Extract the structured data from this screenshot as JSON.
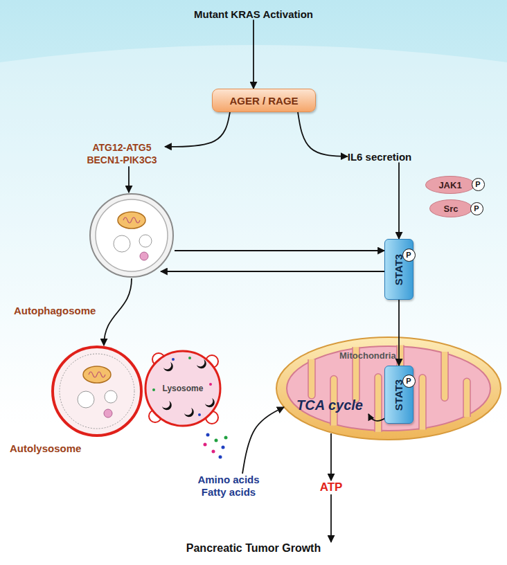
{
  "diagram": {
    "nodes": [
      {
        "text": [
          "Mutant KRAS Activation"
        ]
      },
      {
        "text": [
          "AGER / RAGE"
        ]
      },
      {
        "text": [
          "ATG12-ATG5 BECN1-PIK3C3"
        ]
      },
      {
        "text": [
          "IL6 secretion"
        ]
      },
      {
        "text": [
          "JAK1"
        ]
      },
      {
        "text": [
          "Src"
        ]
      },
      {
        "text": [
          "Autophagosome"
        ]
      },
      {
        "text": [
          "STAT3"
        ]
      },
      {
        "text": [
          "Autolysosome"
        ]
      },
      {
        "text": [
          "Lysosome"
        ]
      },
      {
        "text": [
          "Amino acids Fatty acids"
        ]
      },
      {
        "text": [
          "Mitochondria",
          "TCA cycle"
        ]
      },
      {
        "text": [
          "STAT3"
        ],
        "in": 11
      },
      {
        "text": [
          "ATP"
        ]
      },
      {
        "text": [
          "Pancreatic Tumor Growth"
        ]
      }
    ],
    "edges": [
      {
        "from": 0,
        "to": 1,
        "arrow": "to"
      },
      {
        "from": 1,
        "to": 2,
        "arrow": "to"
      },
      {
        "from": 1,
        "to": 3,
        "arrow": "to"
      },
      {
        "from": 3,
        "to": 7,
        "arrow": "to"
      },
      {
        "from": 2,
        "to": 6,
        "arrow": "to"
      },
      {
        "from": 6,
        "to": 7,
        "arrow": "to"
      },
      {
        "from": 7,
        "to": 6,
        "arrow": "to"
      },
      {
        "from": 7,
        "to": 12,
        "arrow": "to"
      },
      {
        "from": 6,
        "to": 8,
        "arrow": "to"
      },
      {
        "from": 10,
        "to": 11,
        "arrow": "to"
      },
      {
        "from": 11,
        "to": 13,
        "arrow": "to"
      },
      {
        "from": 13,
        "to": 14,
        "arrow": "to"
      }
    ],
    "labels": [
      "P",
      "P",
      "P",
      "P"
    ]
  }
}
